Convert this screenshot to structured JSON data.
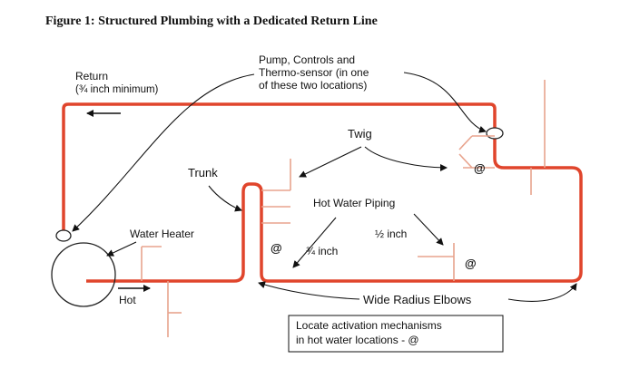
{
  "title": "Figure 1:  Structured Plumbing with a Dedicated Return Line",
  "labels": {
    "return_line1": "Return",
    "return_line2": "(¾ inch minimum)",
    "pump_line1": "Pump, Controls and",
    "pump_line2": "Thermo-sensor (in one",
    "pump_line3": "of these two locations)",
    "twig": "Twig",
    "trunk": "Trunk",
    "hot_water_piping": "Hot Water Piping",
    "water_heater": "Water Heater",
    "half_inch": "½ inch",
    "three_quarter_inch": "¾ inch",
    "hot": "Hot",
    "wide_radius_elbows": "Wide Radius Elbows",
    "note_line1": "Locate activation mechanisms",
    "note_line2": "in hot water locations - @"
  },
  "markers": {
    "activation_symbol": "@"
  },
  "colors": {
    "pipe_main": "#e0452c",
    "pipe_branch": "#e8a48e",
    "ink": "#111111"
  }
}
